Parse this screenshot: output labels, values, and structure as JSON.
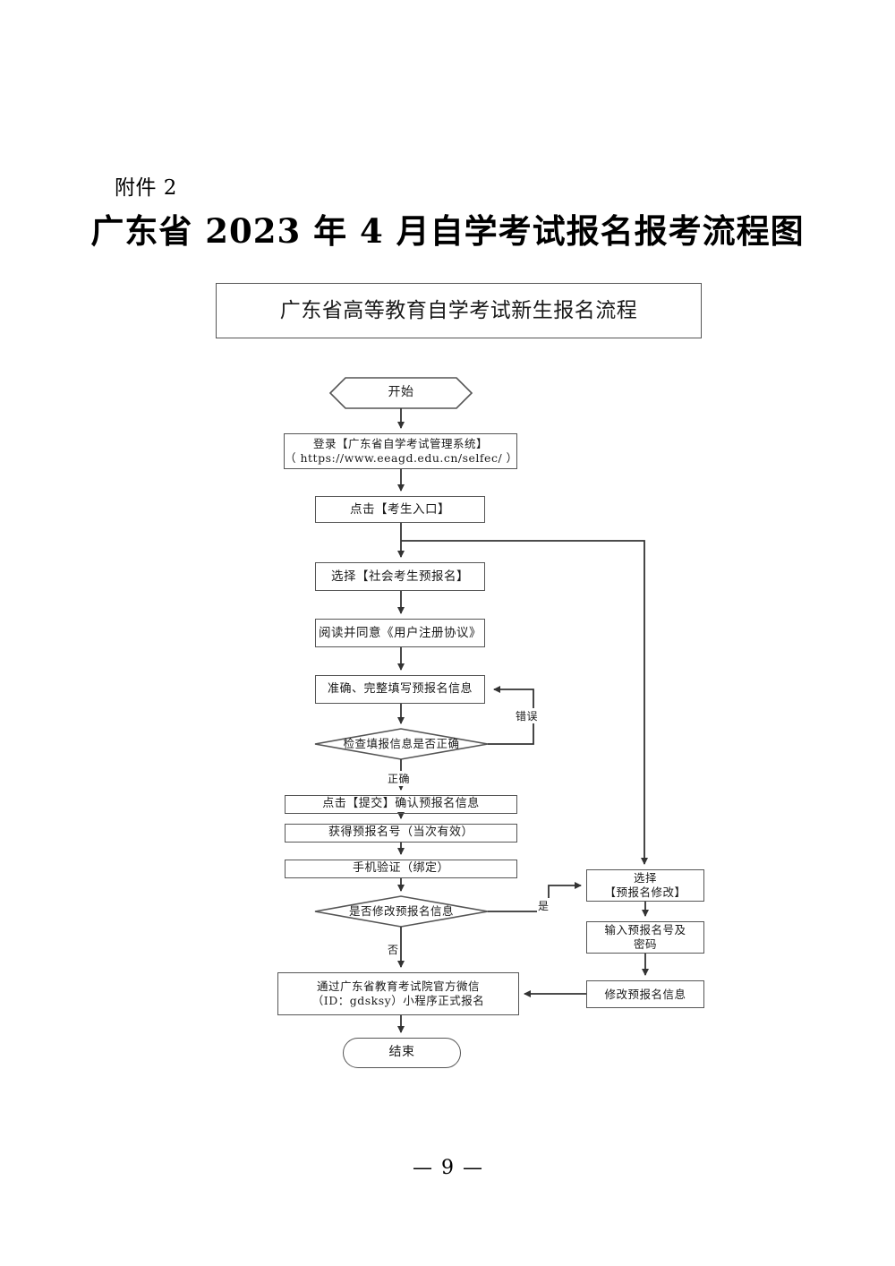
{
  "document": {
    "attachment_label": "附件 2",
    "title": "广东省 2023 年 4 月自学考试报名报考流程图",
    "page_number": "9",
    "footer_dash_left": "—",
    "footer_dash_right": "—"
  },
  "flowchart": {
    "header": "广东省高等教育自学考试新生报名流程",
    "nodes": {
      "start": "开始",
      "login": "登录【广东省自学考试管理系统】\n（ https://www.eeagd.edu.cn/selfec/ ）",
      "portal": "点击【考生入口】",
      "select_pre_register": "选择【社会考生预报名】",
      "agreement": "阅读并同意《用户注册协议》",
      "fill_info": "准确、完整填写预报名信息",
      "check_info": "检查填报信息是否正确",
      "submit": "点击【提交】确认预报名信息",
      "get_number": "获得预报名号（当次有效）",
      "phone_verify": "手机验证（绑定）",
      "need_modify": "是否修改预报名信息",
      "choose_modify": "选择\n【预报名修改】",
      "input_number": "输入预报名号及\n密码",
      "do_modify": "修改预报名信息",
      "wechat_register": "通过广东省教育考试院官方微信\n（ID：gdsksy）小程序正式报名",
      "end": "结束"
    },
    "edge_labels": {
      "error": "错误",
      "correct": "正确",
      "yes": "是",
      "no": "否"
    },
    "colors": {
      "line": "#555555",
      "text": "#1a1a1a",
      "background": "#ffffff"
    }
  }
}
